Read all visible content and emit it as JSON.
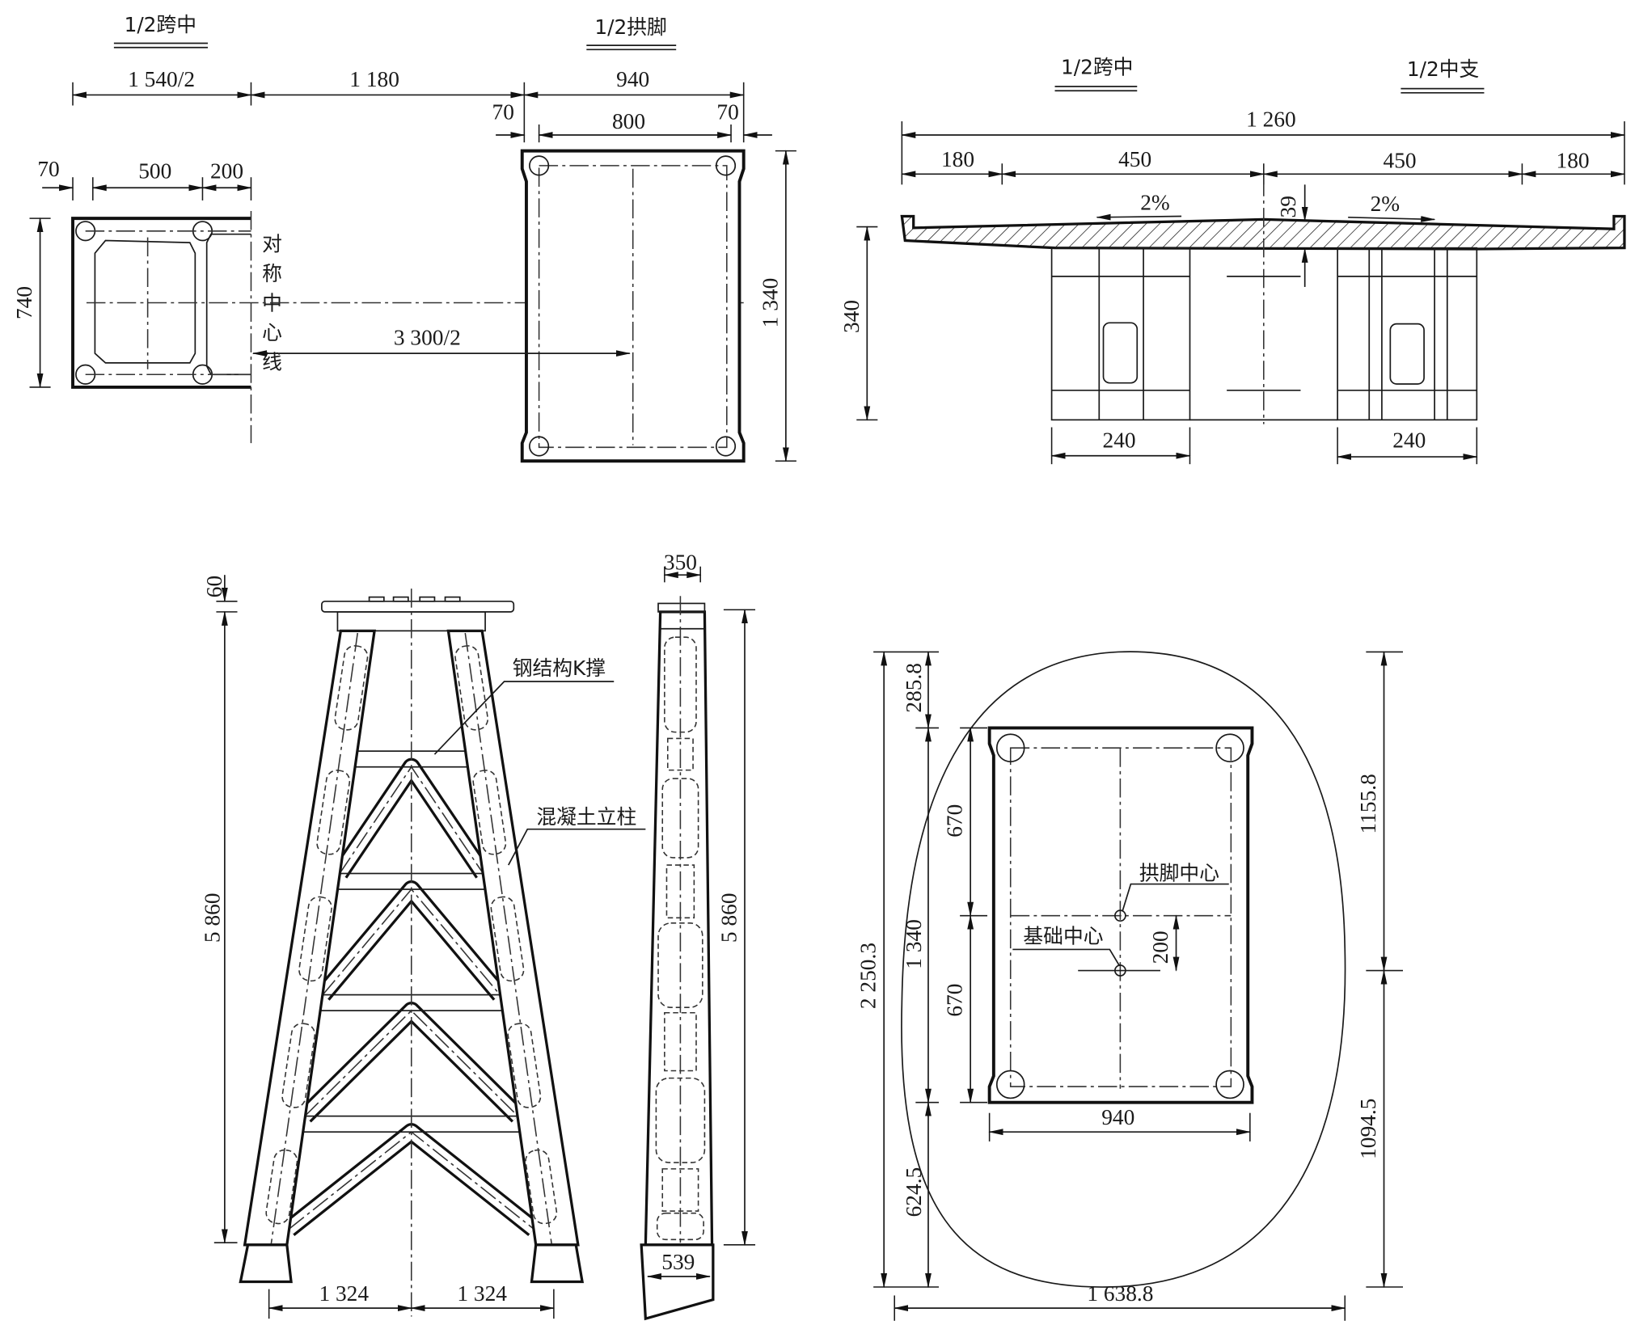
{
  "panel_a": {
    "title_left": "1/2跨中",
    "title_right": "1/2拱脚",
    "dims": {
      "d1540": "1 540/2",
      "d1180": "1 180",
      "d940": "940",
      "d70a": "70",
      "d800": "800",
      "d70b": "70",
      "d70c": "70",
      "d500": "500",
      "d200": "200",
      "d740": "740",
      "d1340": "1 340",
      "d3300": "3 300/2"
    },
    "symmetry_label": [
      "对",
      "称",
      "中",
      "心",
      "线"
    ]
  },
  "panel_b": {
    "title_left": "1/2跨中",
    "title_right": "1/2中支",
    "dims": {
      "d1260": "1 260",
      "d180a": "180",
      "d450a": "450",
      "d450b": "450",
      "d180b": "180",
      "slope_left": "2%",
      "slope_right": "2%",
      "d39": "39",
      "d340": "340",
      "d240a": "240",
      "d240b": "240"
    }
  },
  "panel_c": {
    "labels": {
      "k_brace": "钢结构K撑",
      "concrete_column": "混凝土立柱"
    },
    "dims": {
      "d60": "60",
      "d5860a": "5 860",
      "d1324a": "1 324",
      "d1324b": "1 324",
      "d350": "350",
      "d5860b": "5 860",
      "d539": "539"
    }
  },
  "panel_d": {
    "labels": {
      "arch_foot_center": "拱脚中心",
      "foundation_center": "基础中心"
    },
    "dims": {
      "d2250": "2 250.3",
      "d285": "285.8",
      "d1340": "1 340",
      "d624": "624.5",
      "d670a": "670",
      "d670b": "670",
      "d200": "200",
      "d940": "940",
      "d1155": "1155.8",
      "d1094": "1094.5",
      "d1638": "1 638.8"
    }
  }
}
